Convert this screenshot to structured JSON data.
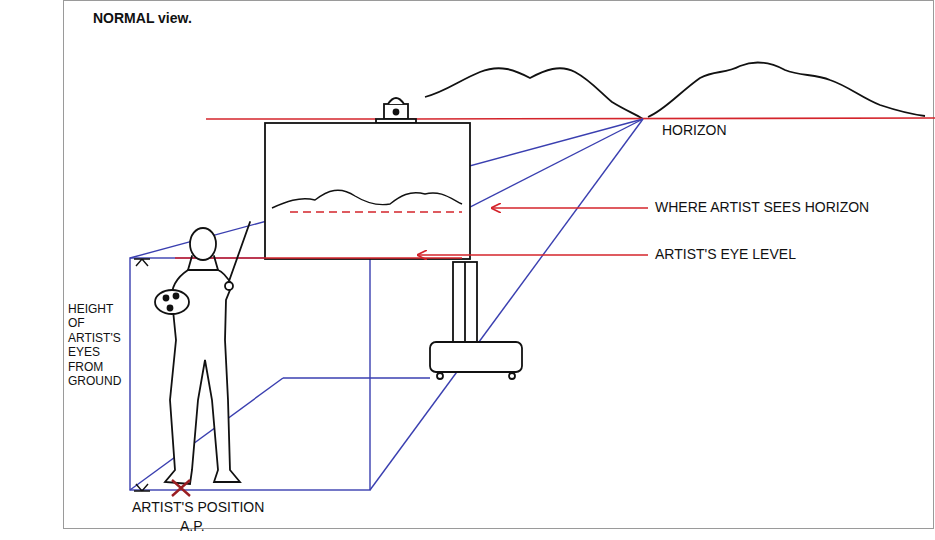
{
  "diagram": {
    "title": "NORMAL view.",
    "labels": [
      "HORIZON",
      "WHERE ARTIST SEES HORIZON",
      "ARTIST'S EYE LEVEL",
      "HEIGHT OF ARTIST'S EYES FROM GROUND",
      "ARTIST'S POSITION",
      "A.P."
    ]
  }
}
